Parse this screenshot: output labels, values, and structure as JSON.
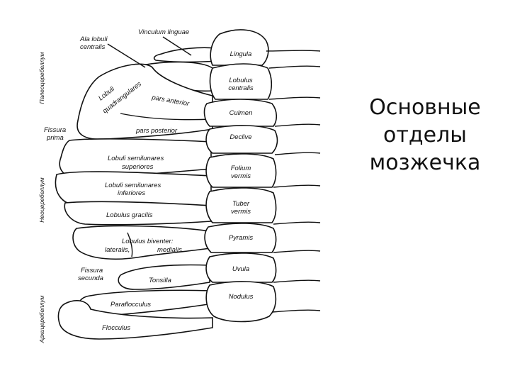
{
  "slide": {
    "title": "Основные отделы мозжечка"
  },
  "vermis": {
    "lingula": "Lingula",
    "lobulus_centralis_1": "Lobulus",
    "lobulus_centralis_2": "centralis",
    "culmen": "Culmen",
    "declive": "Declive",
    "folium_1": "Folium",
    "folium_2": "vermis",
    "tuber_1": "Tuber",
    "tuber_2": "vermis",
    "pyramis": "Pyramis",
    "uvula": "Uvula",
    "nodulus": "Nodulus"
  },
  "hemisphere": {
    "vinculum": "Vinculum linguae",
    "ala_1": "Ala lobuli",
    "ala_2": "centralis",
    "lobuli_quadr_1": "Lobuli",
    "lobuli_quadr_2": "quadrangulares",
    "pars_anterior": "pars anterior",
    "pars_posterior": "pars posterior",
    "fissura_prima_1": "Fissura",
    "fissura_prima_2": "prima",
    "semilunares_sup_1": "Lobuli semilunares",
    "semilunares_sup_2": "superiores",
    "semilunares_inf_1": "Lobuli semilunares",
    "semilunares_inf_2": "inferiores",
    "gracilis": "Lobulus gracilis",
    "biventer_1": "Lobulus biventer:",
    "biventer_lateralis": "lateralis,",
    "biventer_medialis": "medialis",
    "fissura_secunda_1": "Fissura",
    "fissura_secunda_2": "secunda",
    "tonsilla": "Tonsilla",
    "paraflocculus": "Paraflocculus",
    "flocculus": "Flocculus"
  },
  "divisions": {
    "paleo": "Палеоцеребеллум",
    "neo": "Неоцеребеллум",
    "archi": "Архицеребеллум"
  }
}
